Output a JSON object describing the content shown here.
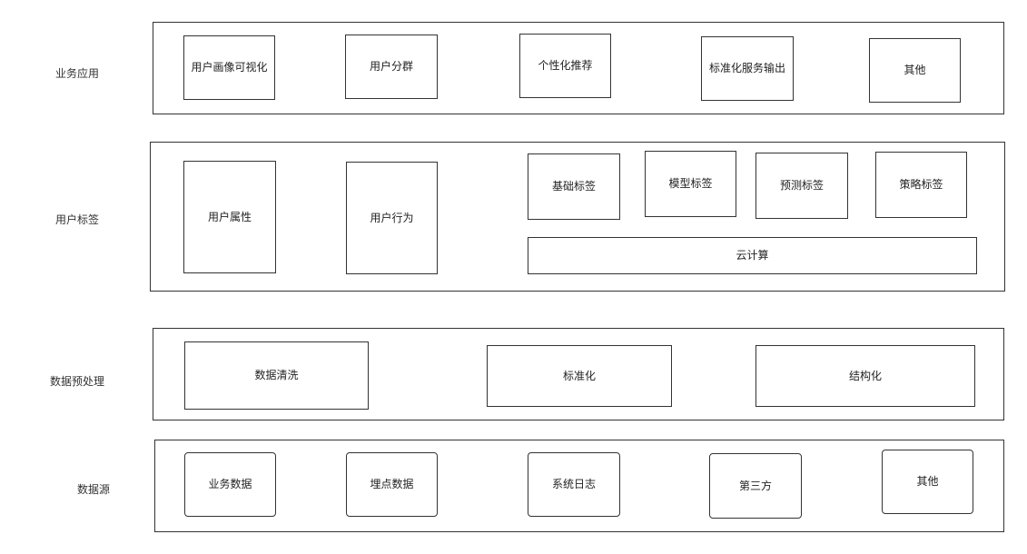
{
  "layers": {
    "application": {
      "label": "业务应用",
      "nodes": [
        "用户画像可视化",
        "用户分群",
        "个性化推荐",
        "标准化服务输出",
        "其他"
      ]
    },
    "tags": {
      "label": "用户标签",
      "nodes": [
        "用户属性",
        "用户行为",
        "基础标签",
        "模型标签",
        "预测标签",
        "策略标签",
        "云计算"
      ]
    },
    "preprocess": {
      "label": "数据预处理",
      "nodes": [
        "数据清洗",
        "标准化",
        "结构化"
      ]
    },
    "source": {
      "label": "数据源",
      "nodes": [
        "业务数据",
        "埋点数据",
        "系统日志",
        "第三方",
        "其他"
      ]
    }
  }
}
